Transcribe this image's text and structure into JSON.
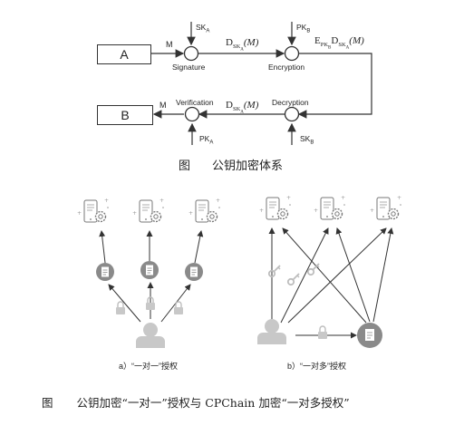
{
  "top_diagram": {
    "box_a": "A",
    "box_b": "B",
    "m_top": "M",
    "m_bottom": "M",
    "sk_a": "SK",
    "sk_a_sub": "A",
    "pk_b": "PK",
    "pk_b_sub": "B",
    "pk_a": "PK",
    "pk_a_sub": "A",
    "sk_b": "SK",
    "sk_b_sub": "B",
    "signature": "Signature",
    "encryption": "Encryption",
    "verification": "Verification",
    "decryption": "Decryption",
    "d_sk_top": "D",
    "d_sk_top_sub": "SK",
    "d_sk_top_subsub": "A",
    "d_sk_top_arg": "(M)",
    "e_pk": "E",
    "e_pk_sub": "PK",
    "e_pk_subsub": "B",
    "e_d": "D",
    "e_d_sub": "SK",
    "e_d_subsub": "A",
    "e_arg": "(M)",
    "d_sk_bottom": "D",
    "d_sk_bottom_sub": "SK",
    "d_sk_bottom_subsub": "A",
    "d_sk_bottom_arg": "(M)",
    "caption_prefix": "图",
    "caption_text": "公钥加密体系"
  },
  "bottom_diagram": {
    "label_a": "a）“一对一”授权",
    "label_b": "b）“一对多”授权",
    "caption_prefix": "图",
    "caption_text": "公钥加密“一对一”授权与 CPChain 加密“一对多授权”"
  },
  "colors": {
    "line": "#333333",
    "icon_gray": "#9a9a9a",
    "icon_light": "#c8c8c8",
    "icon_dark": "#8a8a8a"
  }
}
